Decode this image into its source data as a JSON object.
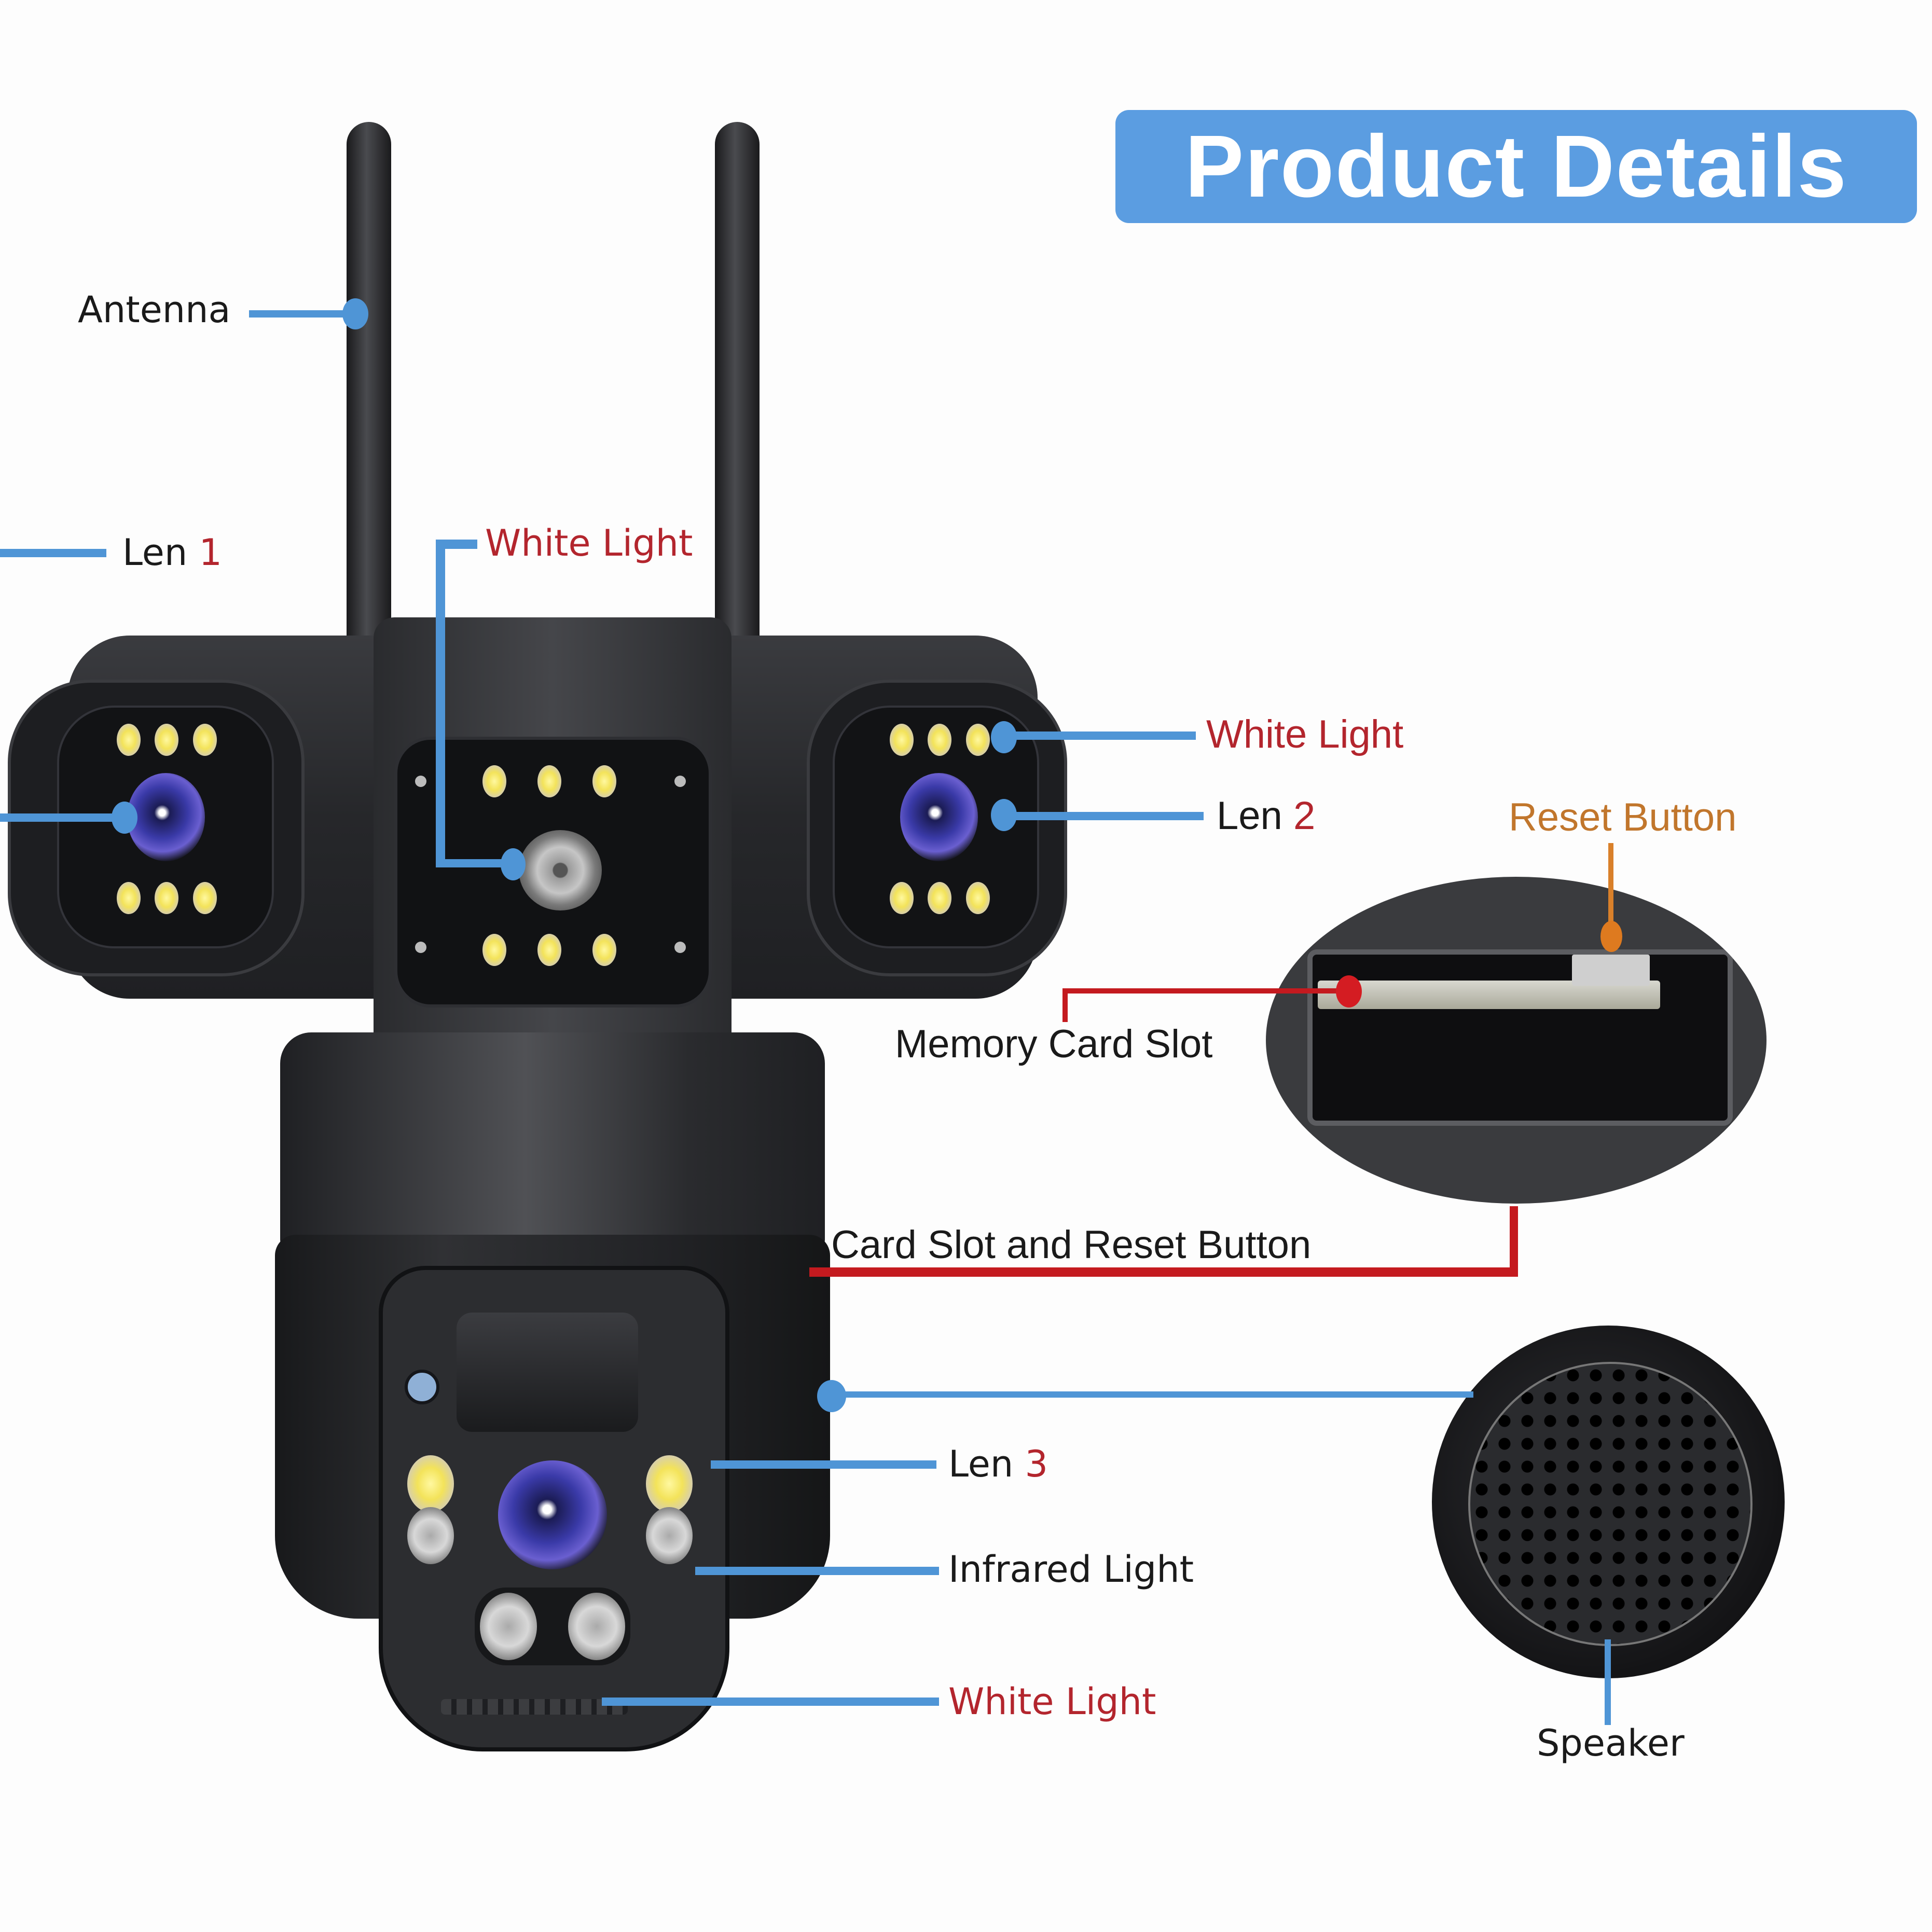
{
  "header": {
    "title": "Product Details",
    "title_bg": "#5b9de1"
  },
  "callouts": {
    "antenna": "Antenna",
    "len1_prefix": "Len",
    "len1_num": "1",
    "white_light_top": "White Light",
    "white_light_right": "White Light",
    "len2_prefix": "Len",
    "len2_num": "2",
    "reset_button": "Reset Button",
    "memory_card_slot": "Memory Card Slot",
    "card_slot_reset": "Card Slot and Reset Button",
    "len3_prefix": "Len",
    "len3_num": "3",
    "infrared_light": "Infrared Light",
    "white_light_bottom": "White Light",
    "speaker": "Speaker"
  },
  "colors": {
    "callout_line_blue": "#4f95d6",
    "callout_line_red": "#c41a1f",
    "callout_line_orange": "#d9802a",
    "label_red": "#b3252d",
    "label_orange": "#c1762c",
    "label_black": "#1a1a1a",
    "camera_body": "#2b2c2f"
  }
}
